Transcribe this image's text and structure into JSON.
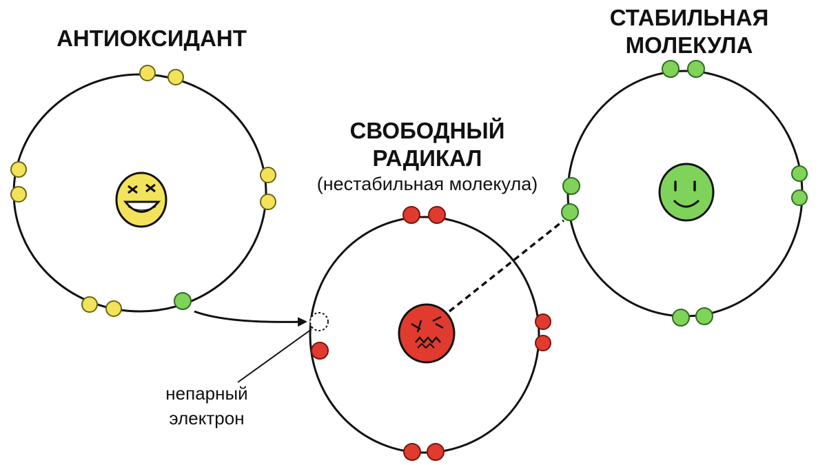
{
  "labels": {
    "antioxidant": "АНТИОКСИДАНТ",
    "free_radical_line1": "СВОБОДНЫЙ",
    "free_radical_line2": "РАДИКАЛ",
    "free_radical_sub": "(нестабильная молекула)",
    "stable_line1": "СТАБИЛЬНАЯ",
    "stable_line2": "МОЛЕКУЛА",
    "unpaired_line1": "непарный",
    "unpaired_line2": "электрон"
  },
  "colors": {
    "antioxidant": "#f2e35a",
    "antioxidant_stroke": "#6b6414",
    "radical": "#e13b2f",
    "radical_stroke": "#7a1510",
    "stable": "#7fd35a",
    "stable_stroke": "#2f6b1f",
    "orbit": "#111111"
  },
  "icons": {
    "antioxidant_face": "grinning-face-icon",
    "radical_face": "angry-face-icon",
    "stable_face": "smiling-face-icon"
  }
}
